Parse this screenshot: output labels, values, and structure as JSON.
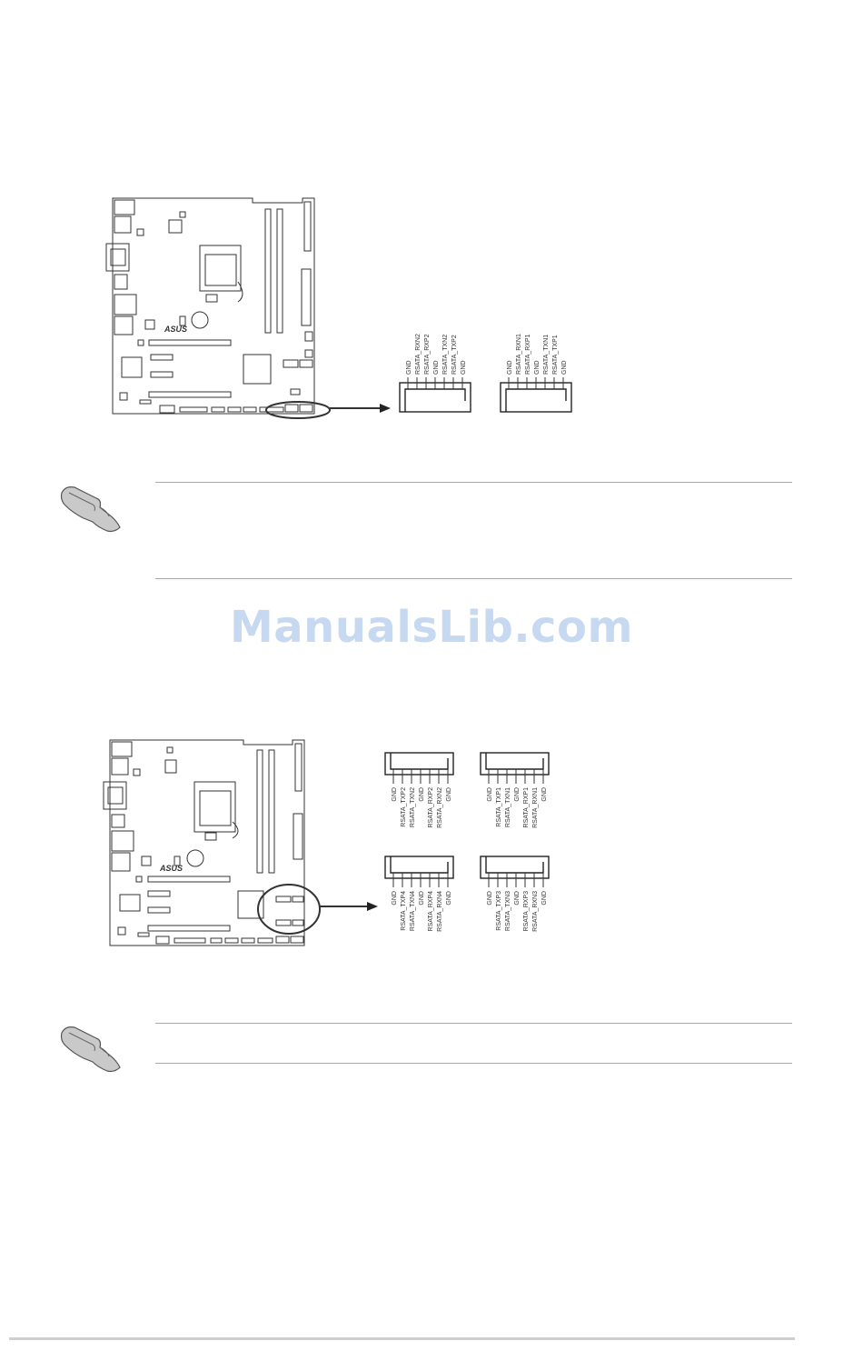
{
  "watermark": {
    "text": "ManualsLib.com"
  },
  "brand": {
    "logo_text": "ASUS"
  },
  "figure1": {
    "connectors": [
      {
        "pins": [
          "GND",
          "RSATA_RXN2",
          "RSATA_RXP2",
          "GND",
          "RSATA_TXN2",
          "RSATA_TXP2",
          "GND"
        ]
      },
      {
        "pins": [
          "GND",
          "RSATA_RXN1",
          "RSATA_RXP1",
          "GND",
          "RSATA_TXN1",
          "RSATA_TXP1",
          "GND"
        ]
      }
    ]
  },
  "figure2": {
    "connectors": [
      {
        "pins": [
          "GND",
          "RSATA_TXP2",
          "RSATA_TXN2",
          "GND",
          "RSATA_RXP2",
          "RSATA_RXN2",
          "GND"
        ]
      },
      {
        "pins": [
          "GND",
          "RSATA_TXP1",
          "RSATA_TXN1",
          "GND",
          "RSATA_RXP1",
          "RSATA_RXN1",
          "GND"
        ]
      },
      {
        "pins": [
          "GND",
          "RSATA_TXP4",
          "RSATA_TXN4",
          "GND",
          "RSATA_RXP4",
          "RSATA_RXN4",
          "GND"
        ]
      },
      {
        "pins": [
          "GND",
          "RSATA_TXP3",
          "RSATA_TXN3",
          "GND",
          "RSATA_RXP3",
          "RSATA_RXN3",
          "GND"
        ]
      }
    ]
  },
  "notes": [
    {
      "icon": "pointing-hand-icon"
    },
    {
      "icon": "pointing-hand-icon"
    }
  ]
}
